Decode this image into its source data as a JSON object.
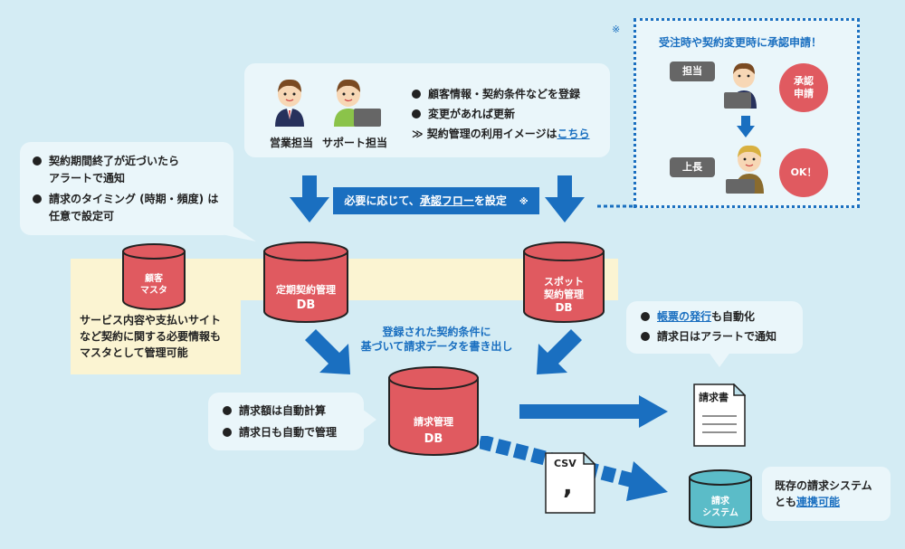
{
  "note_marker": "※",
  "top_bubble": {
    "person1": "営業担当",
    "person2": "サポート担当",
    "line1": "顧客情報・契約条件などを登録",
    "line2": "変更があれば更新",
    "line3_prefix": "≫ 契約管理の利用イメージは",
    "line3_link": "こちら"
  },
  "left_bubble": {
    "line1a": "契約期間終了が近づいたら",
    "line1b": "アラートで通知",
    "line2a": "請求のタイミング (時期・頻度) は",
    "line2b": "任意で設定可"
  },
  "flow_banner": {
    "link": "承認フロー",
    "prefix": "必要に応じて、",
    "suffix": "を設定",
    "mark": "※"
  },
  "approval_box": {
    "title": "受注時や契約変更時に承認申請！",
    "role1": "担当",
    "role1_bubble_a": "承認",
    "role1_bubble_b": "申請",
    "role2": "上長",
    "role2_bubble": "OK！"
  },
  "db_customer": {
    "line1": "顧客",
    "line2": "マスタ"
  },
  "db_contract": {
    "line1": "定期契約管理",
    "line2": "DB"
  },
  "db_spot": {
    "line1": "スポット",
    "line2": "契約管理",
    "line3": "DB"
  },
  "db_billing": {
    "line1": "請求管理",
    "line2": "DB"
  },
  "db_system": {
    "line1": "請求",
    "line2": "システム"
  },
  "yellow_note": {
    "line1": "サービス内容や支払いサイト",
    "line2": "など契約に関する必要情報も",
    "line3": "マスタとして管理可能"
  },
  "center_note": {
    "line1": "登録された契約条件に",
    "line2": "基づいて請求データを書き出し"
  },
  "right_bubble": {
    "line1_link": "帳票の発行",
    "line1_suffix": "も自動化",
    "line2": "請求日はアラートで通知"
  },
  "left_lower_bubble": {
    "line1": "請求額は自動計算",
    "line2": "請求日も自動で管理"
  },
  "invoice_doc": {
    "title": "請求書"
  },
  "csv_doc": {
    "title": "CSV",
    "symbol": ","
  },
  "system_note": {
    "line1": "既存の請求システム",
    "line2_prefix": "とも",
    "line2_link": "連携可能"
  },
  "colors": {
    "bg": "#d4ecf4",
    "blue": "#1a6fc0",
    "red": "#e05a60",
    "teal": "#5bbcc8",
    "yellow": "#fbf4d2"
  }
}
